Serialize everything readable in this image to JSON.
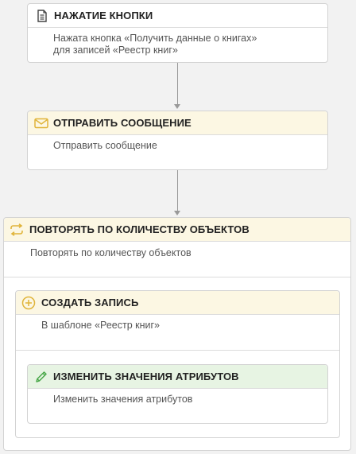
{
  "nodes": {
    "button_press": {
      "icon": "document-icon",
      "title": "НАЖАТИЕ КНОПКИ",
      "line1": "Нажата кнопка «Получить данные о книгах»",
      "line2": "для записей «Реестр книг»"
    },
    "send_message": {
      "icon": "envelope-icon",
      "title": "ОТПРАВИТЬ СООБЩЕНИЕ",
      "body": "Отправить сообщение"
    },
    "repeat_loop": {
      "icon": "repeat-icon",
      "title": "ПОВТОРЯТЬ ПО КОЛИЧЕСТВУ ОБЪЕКТОВ",
      "body": "Повторять по количеству объектов"
    },
    "create_record": {
      "icon": "plus-circle-icon",
      "title": "СОЗДАТЬ ЗАПИСЬ",
      "body": "В шаблоне «Реестр книг»"
    },
    "change_attributes": {
      "icon": "pencil-icon",
      "title": "ИЗМЕНИТЬ ЗНАЧЕНИЯ АТРИБУТОВ",
      "body": "Изменить значения атрибутов"
    }
  },
  "colors": {
    "background": "#f2f2f2",
    "card_border": "#d3d3d3",
    "header_yellow": "#fcf7e3",
    "header_green": "#e7f4e3",
    "icon_yellow": "#e0b43a",
    "icon_green": "#4aa84a",
    "connector": "#999999"
  }
}
